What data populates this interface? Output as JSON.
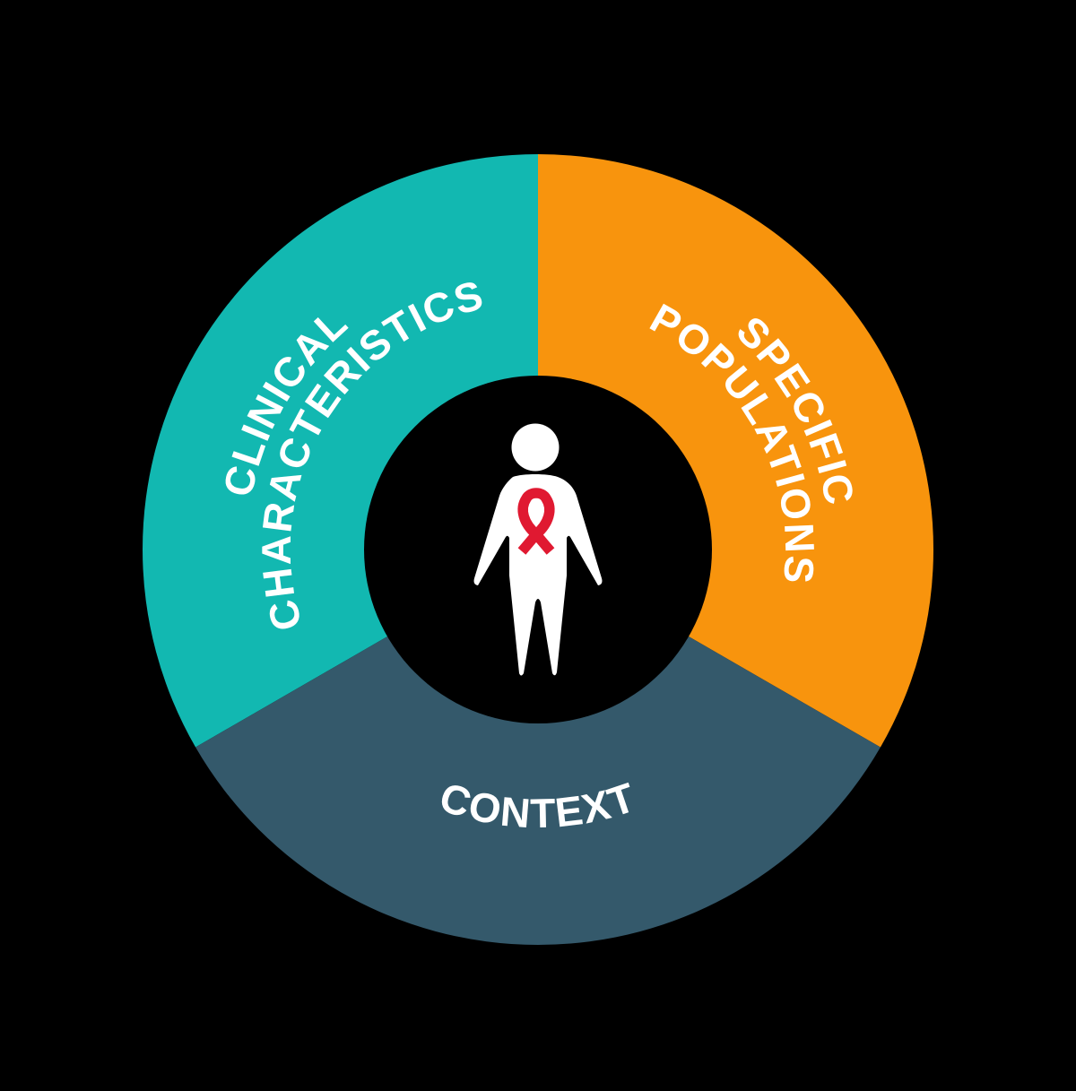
{
  "palette": {
    "background": "#000000",
    "white": "#FFFFFF",
    "teal": "#12B8B1",
    "orange": "#F8940D",
    "slate": "#34596B",
    "red": "#E01931"
  },
  "wheel": {
    "segments": [
      {
        "id": "clinical-characteristics",
        "label": "CLINICAL CHARACTERISTICS",
        "line1": "CLINICAL",
        "line2": "CHARACTERISTICS",
        "color": "#12B8B1",
        "position": "top-left"
      },
      {
        "id": "specific-populations",
        "label": "SPECIFIC POPULATIONS",
        "line1": "SPECIFIC",
        "line2": "POPULATIONS",
        "color": "#F8940D",
        "position": "top-right"
      },
      {
        "id": "context",
        "label": "CONTEXT",
        "line1": "CONTEXT",
        "color": "#34596B",
        "position": "bottom"
      }
    ],
    "center_icon": {
      "name": "person-with-red-awareness-ribbon",
      "figure_color": "#FFFFFF",
      "ribbon_color": "#E01931",
      "background": "#000000"
    },
    "text_color": "#FFFFFF"
  }
}
